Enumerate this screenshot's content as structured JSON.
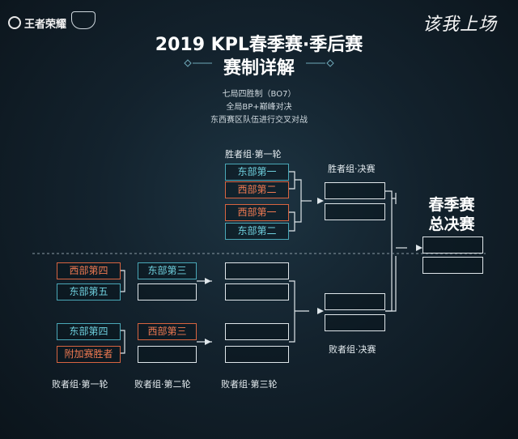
{
  "header": {
    "game_logo": "王者荣耀",
    "slogan": "该我上场",
    "title": "2019 KPL春季赛·季后赛",
    "subtitle": "赛制详解"
  },
  "rules": [
    "七局四胜制（BO7）",
    "全局BP+巅峰对决",
    "东西赛区队伍进行交叉对战"
  ],
  "winners": {
    "round1_label": "胜者组·第一轮",
    "final_label": "胜者组·决赛",
    "round1_teams": [
      "东部第一",
      "西部第二",
      "西部第一",
      "东部第二"
    ]
  },
  "losers": {
    "round1_label": "败者组·第一轮",
    "round2_label": "败者组·第二轮",
    "round3_label": "败者组·第三轮",
    "final_label": "败者组·决赛",
    "round1_teams": [
      "西部第四",
      "东部第五",
      "东部第四",
      "附加赛胜者"
    ],
    "round2_teams": [
      "东部第三",
      "西部第三"
    ]
  },
  "grand_final": {
    "line1": "春季赛",
    "line2": "总决赛"
  },
  "colors": {
    "east": "#4aa8b8",
    "west": "#d86440",
    "empty": "#dfe6ea"
  }
}
